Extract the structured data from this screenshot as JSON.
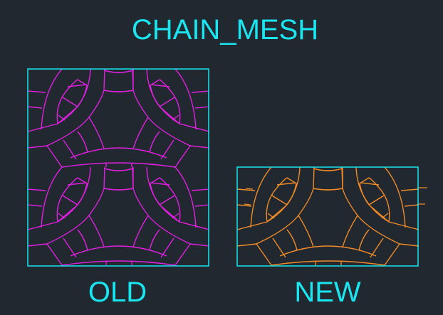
{
  "title": "CHAIN_MESH",
  "labels": {
    "old": "OLD",
    "new": "NEW"
  },
  "colors": {
    "background": "#212830",
    "frame": "#19e6f0",
    "old_pattern": "#e020e0",
    "new_pattern": "#f08a28"
  },
  "pattern_name": "chain-mesh-hatch"
}
